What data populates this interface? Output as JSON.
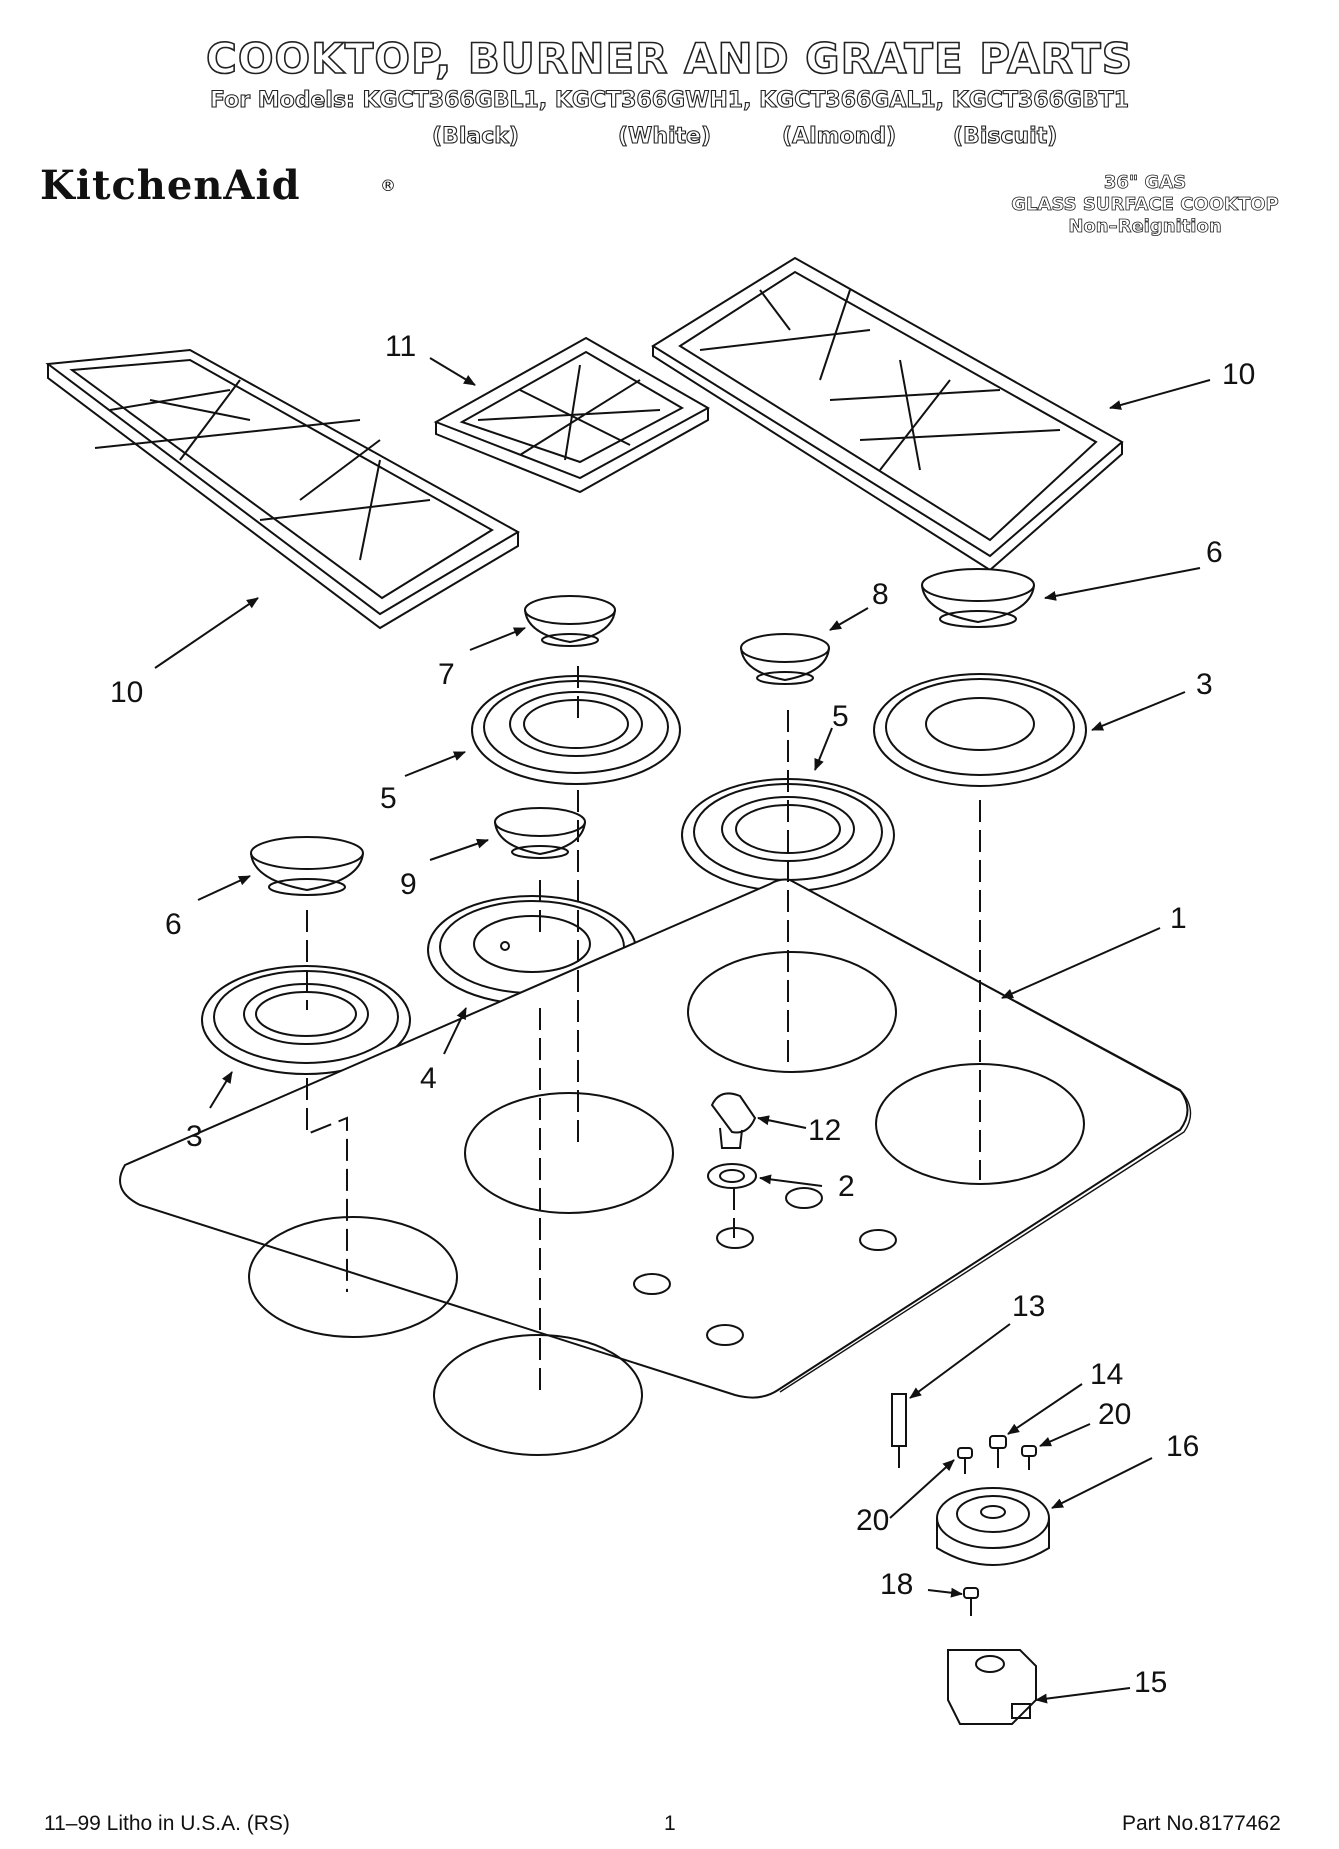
{
  "header": {
    "title": "COOKTOP, BURNER AND GRATE PARTS",
    "models_line": "For Models: KGCT366GBL1, KGCT366GWH1, KGCT366GAL1, KGCT366GBT1",
    "colors": [
      "(Black)",
      "(White)",
      "(Almond)",
      "(Biscuit)"
    ],
    "brand": "KitchenAid",
    "brand_mark": "®",
    "product": [
      "36\" GAS",
      "GLASS SURFACE COOKTOP",
      "Non–Reignition"
    ]
  },
  "callouts": [
    {
      "id": "c11",
      "label": "11"
    },
    {
      "id": "c10a",
      "label": "10"
    },
    {
      "id": "c10b",
      "label": "10"
    },
    {
      "id": "c6a",
      "label": "6"
    },
    {
      "id": "c8",
      "label": "8"
    },
    {
      "id": "c7",
      "label": "7"
    },
    {
      "id": "c3a",
      "label": "3"
    },
    {
      "id": "c5a",
      "label": "5"
    },
    {
      "id": "c5b",
      "label": "5"
    },
    {
      "id": "c9",
      "label": "9"
    },
    {
      "id": "c6b",
      "label": "6"
    },
    {
      "id": "c1",
      "label": "1"
    },
    {
      "id": "c4",
      "label": "4"
    },
    {
      "id": "c3b",
      "label": "3"
    },
    {
      "id": "c12",
      "label": "12"
    },
    {
      "id": "c2",
      "label": "2"
    },
    {
      "id": "c13",
      "label": "13"
    },
    {
      "id": "c14",
      "label": "14"
    },
    {
      "id": "c20a",
      "label": "20"
    },
    {
      "id": "c16",
      "label": "16"
    },
    {
      "id": "c20b",
      "label": "20"
    },
    {
      "id": "c18",
      "label": "18"
    },
    {
      "id": "c15",
      "label": "15"
    }
  ],
  "footer": {
    "litho": "11–99 Litho in U.S.A. (RS)",
    "page": "1",
    "part_no": "Part No.8177462"
  }
}
